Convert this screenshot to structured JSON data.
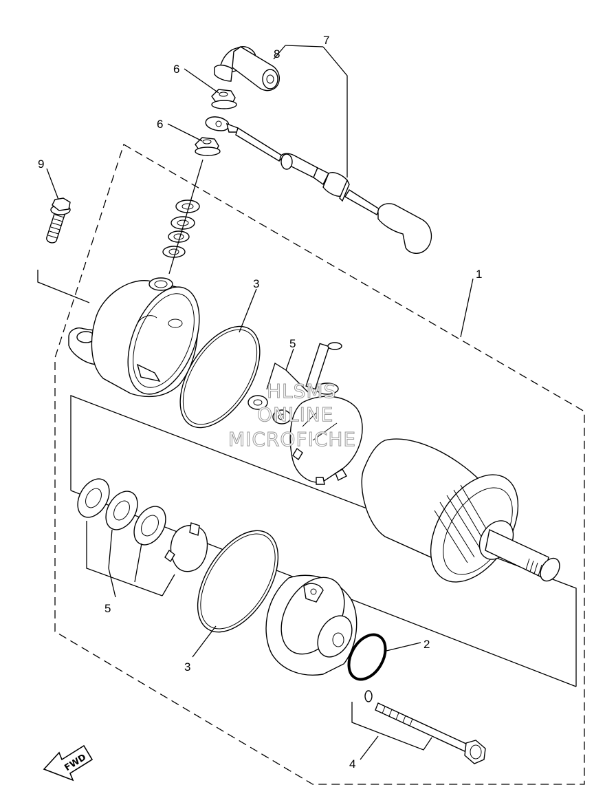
{
  "diagram": {
    "callouts": {
      "c1": "1",
      "c2": "2",
      "c3a": "3",
      "c3b": "3",
      "c4": "4",
      "c5a": "5",
      "c5b": "5",
      "c6a": "6",
      "c6b": "6",
      "c7": "7",
      "c8": "8",
      "c9": "9"
    },
    "watermark": {
      "line1": "HLSMS",
      "line2": "ONLINE",
      "line3": "MICROFICHE"
    },
    "direction_label": "FWD"
  }
}
